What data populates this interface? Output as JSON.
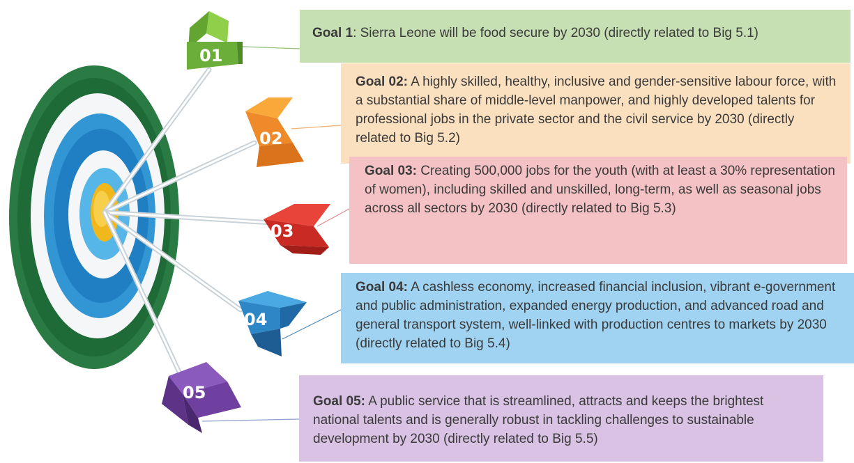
{
  "markers": [
    {
      "label": "01",
      "color": "#76b845"
    },
    {
      "label": "02",
      "color": "#f08a24"
    },
    {
      "label": "03",
      "color": "#d9342b"
    },
    {
      "label": "04",
      "color": "#2f86c8"
    },
    {
      "label": "05",
      "color": "#6f3f9c"
    }
  ],
  "goals": [
    {
      "title": "Goal 1",
      "text": ": Sierra Leone will be food secure by 2030 (directly related to Big 5.1)",
      "color": "#c6e0b4"
    },
    {
      "title": "Goal 02:",
      "text": " A highly skilled, healthy, inclusive and gender-sensitive labour force, with a substantial share of middle-level manpower, and highly developed talents for professional jobs in the private sector and the civil service by 2030 (directly related to Big 5.2)",
      "color": "#fbe0c0"
    },
    {
      "title": "Goal 03:",
      "text": " Creating 500,000 jobs for the youth (with at least a 30% representation of women), including skilled and unskilled, long-term, as well as seasonal jobs across all sectors by 2030 (directly related to Big 5.3)",
      "color": "#f4c2c4"
    },
    {
      "title": "Goal 04:",
      "text": " A cashless economy, increased financial inclusion, vibrant e-government and public administration, expanded energy production, and advanced road and general transport system, well-linked with production centres to markets by 2030 (directly related to Big 5.4)",
      "color": "#9fd3f1"
    },
    {
      "title": "Goal 05:",
      "text": " A public service that is streamlined, attracts and keeps the brightest national talents and is generally robust in tackling challenges to sustainable development by 2030 (directly related to Big 5.5)",
      "color": "#d9c2e4"
    }
  ]
}
